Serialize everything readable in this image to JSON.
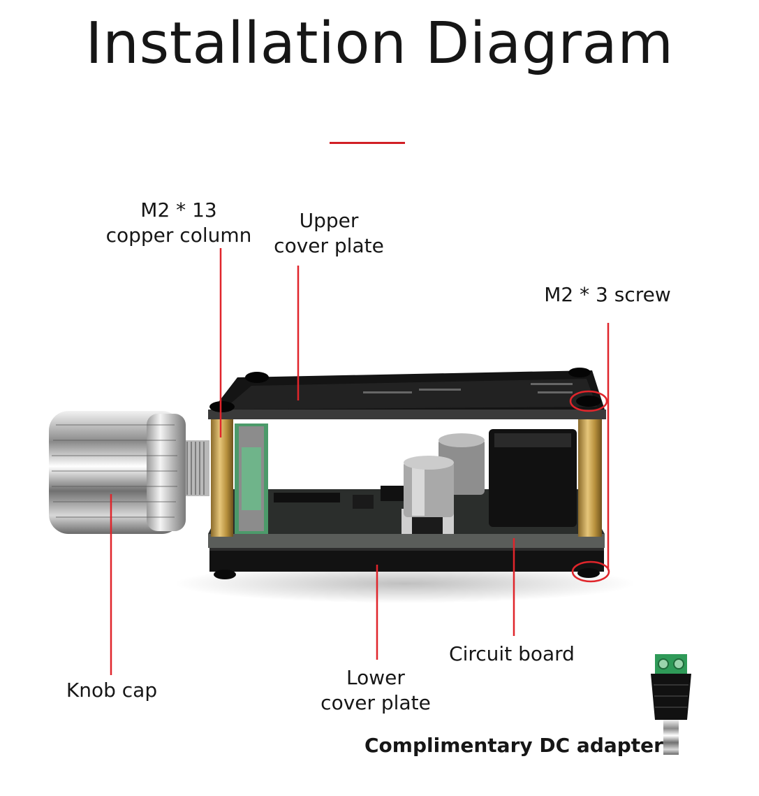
{
  "title": "Installation Diagram",
  "labels": {
    "copper_column": [
      "M2 * 13",
      "copper column"
    ],
    "upper_cover": [
      "Upper",
      "cover plate"
    ],
    "screw": "M2 * 3 screw",
    "knob_cap": "Knob cap",
    "lower_cover": [
      "Lower",
      "cover plate"
    ],
    "circuit_board": "Circuit board",
    "dc_adapter": "Complimentary DC adapter"
  },
  "colors": {
    "accent": "#d11f25",
    "pointer": "#e0252b"
  }
}
